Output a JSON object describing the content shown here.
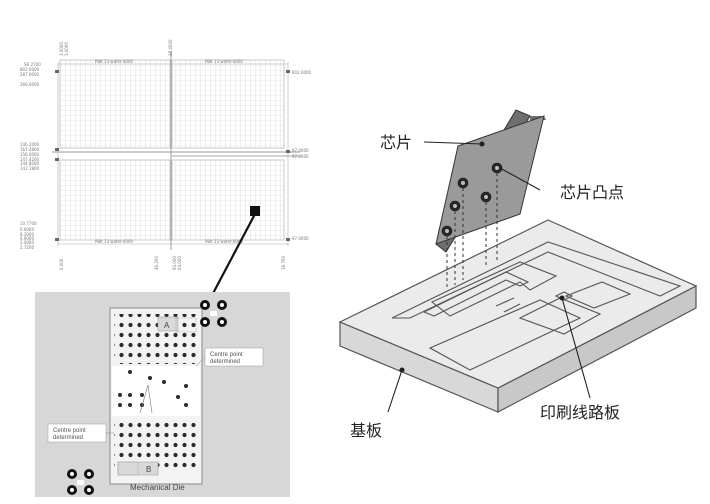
{
  "wafer_map": {
    "dim_labels_left": [
      "SR 2700",
      "802.0000",
      "287.0000",
      "266.0000",
      "146.2000",
      "167.4800",
      "156.0000",
      "147.4200",
      "144.8000",
      "142.1800",
      "10.7700",
      "0.0000",
      "8.3000",
      "4.9000",
      "2.0000",
      "2.7200"
    ],
    "dim_labels_right": [
      "802.0000",
      "97.0000",
      "97.0000",
      "97.0000"
    ],
    "dim_labels_bottom": [
      "0.000",
      "46.200",
      "93.000",
      "64.000",
      "16.700"
    ],
    "dim_labels_top": [
      "3.0000",
      "3.0000",
      "38.4000"
    ],
    "quadrant_labels": [
      "PBK 13 wafer-0000",
      "PBK 13 wafer-0000",
      "PBK 13 wafer-0000",
      "PBK 13 wafer-0000"
    ]
  },
  "die_zoom": {
    "marker_a": "A",
    "marker_b": "B",
    "centre_label_1": [
      "Centre point",
      "determined"
    ],
    "centre_label_2": [
      "Centre point",
      "determined"
    ],
    "caption": "Mechanical Die"
  },
  "assembly": {
    "chip_label": "芯片",
    "bump_label": "芯片凸点",
    "substrate_label": "基板",
    "pcb_label": "印刷线路板"
  },
  "colors": {
    "grid_line": "#c8c8c8",
    "panel_bg": "#d7d7d7",
    "chip_top": "#9a9a9a",
    "chip_side": "#6e6e6e",
    "board_top": "#ebebeb",
    "board_side": "#d8d8d8"
  }
}
